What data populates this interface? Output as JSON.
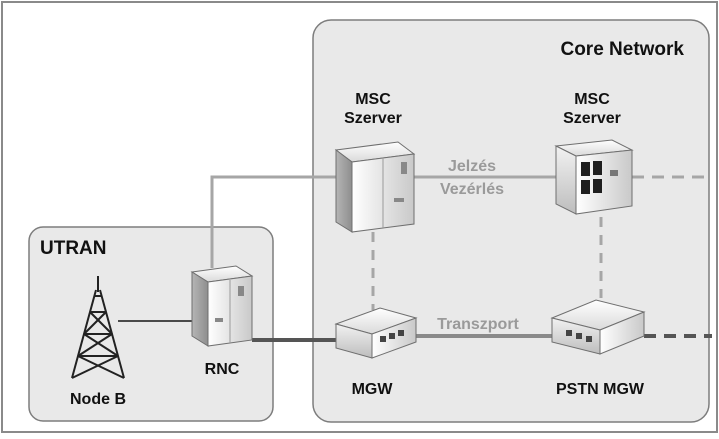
{
  "diagram": {
    "regions": {
      "core": {
        "label": "Core Network"
      },
      "utran": {
        "label": "UTRAN"
      }
    },
    "nodes": {
      "msc_server_left": {
        "label_line1": "MSC",
        "label_line2": "Szerver"
      },
      "msc_server_right": {
        "label_line1": "MSC",
        "label_line2": "Szerver"
      },
      "rnc": {
        "label": "RNC"
      },
      "node_b": {
        "label": "Node B"
      },
      "mgw": {
        "label": "MGW"
      },
      "pstn_mgw": {
        "label": "PSTN MGW"
      }
    },
    "links": {
      "signaling": {
        "label_line1": "Jelzés",
        "label_line2": "Vezérlés"
      },
      "transport": {
        "label": "Transzport"
      }
    }
  }
}
